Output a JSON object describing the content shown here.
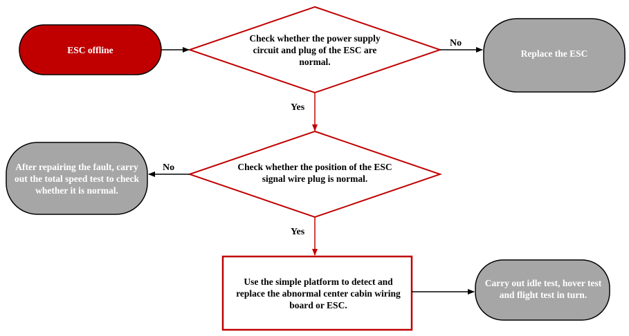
{
  "colors": {
    "start_fill": "#c00000",
    "terminal_fill": "#a6a6a6",
    "decision_stroke": "#c00000",
    "process_stroke": "#c00000",
    "arrow": "#000000"
  },
  "nodes": {
    "esc_offline": "ESC offline",
    "check_power": "Check whether the power supply circuit and plug of the ESC are normal.",
    "replace_esc": "Replace the ESC",
    "check_signal_wire": "Check whether the position of the ESC signal wire plug is normal.",
    "repair_and_test": "After repairing the fault, carry out the total speed test to check whether it is normal.",
    "simple_platform": "Use the simple platform to detect and replace the abnormal center cabin wiring board or ESC.",
    "final_tests": "Carry out idle test, hover test and flight test in turn."
  },
  "edges": {
    "power_no": "No",
    "power_yes": "Yes",
    "signal_no": "No",
    "signal_yes": "Yes"
  }
}
